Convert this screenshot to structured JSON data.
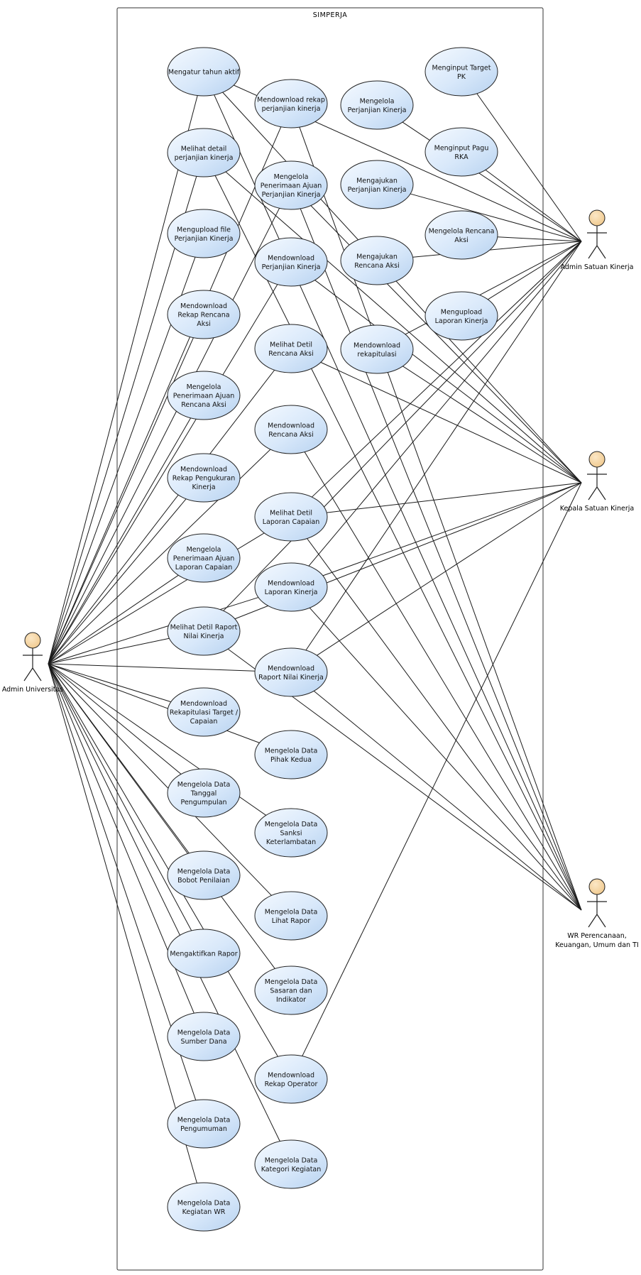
{
  "system": {
    "title": "SIMPERJA"
  },
  "actors": [
    {
      "id": "admin_univ",
      "label": [
        "Admin Universitas"
      ]
    },
    {
      "id": "admin_satker",
      "label": [
        "Admin Satuan Kinerja"
      ]
    },
    {
      "id": "kepala_satker",
      "label": [
        "Kepala Satuan Kinerja"
      ]
    },
    {
      "id": "wr",
      "label": [
        "WR Perencanaan,",
        "Keuangan, Umum dan TI"
      ]
    }
  ],
  "use_cases": [
    {
      "id": "uc_tahun_aktif",
      "label": [
        "Mengatur tahun aktif"
      ]
    },
    {
      "id": "uc_detail_pk",
      "label": [
        "Melihat detail",
        "perjanjian kinerja"
      ]
    },
    {
      "id": "uc_upload_pk",
      "label": [
        "Mengupload file",
        "Perjanjian Kinerja"
      ]
    },
    {
      "id": "uc_dl_rekap_ra",
      "label": [
        "Mendownload",
        "Rekap Rencana",
        "Aksi"
      ]
    },
    {
      "id": "uc_terima_ra",
      "label": [
        "Mengelola",
        "Penerimaan Ajuan",
        "Rencana Aksi"
      ]
    },
    {
      "id": "uc_dl_rekap_pengukuran",
      "label": [
        "Mendownload",
        "Rekap Pengukuran",
        "Kinerja"
      ]
    },
    {
      "id": "uc_terima_lc",
      "label": [
        "Mengelola",
        "Penerimaan Ajuan",
        "Laporan Capaian"
      ]
    },
    {
      "id": "uc_detil_raport",
      "label": [
        "Melihat Detil Raport",
        "Nilai Kinerja"
      ]
    },
    {
      "id": "uc_dl_rekapitulasi_tc",
      "label": [
        "Mendownload",
        "Rekapitulasi Target /",
        "Capaian"
      ]
    },
    {
      "id": "uc_tanggal",
      "label": [
        "Mengelola Data",
        "Tanggal",
        "Pengumpulan"
      ]
    },
    {
      "id": "uc_bobot",
      "label": [
        "Mengelola Data",
        "Bobot Penilaian"
      ]
    },
    {
      "id": "uc_aktif_rapor",
      "label": [
        "Mengaktifkan Rapor"
      ]
    },
    {
      "id": "uc_sumber_dana",
      "label": [
        "Mengelola Data",
        "Sumber Dana"
      ]
    },
    {
      "id": "uc_pengumuman",
      "label": [
        "Mengelola Data",
        "Pengumuman"
      ]
    },
    {
      "id": "uc_kegiatan_wr",
      "label": [
        "Mengelola Data",
        "Kegiatan WR"
      ]
    },
    {
      "id": "uc_dl_rekap_pk",
      "label": [
        "Mendownload rekap",
        "perjanjian kinerja"
      ]
    },
    {
      "id": "uc_terima_pk",
      "label": [
        "Mengelola",
        "Penerimaan Ajuan",
        "Perjanjian Kinerja"
      ]
    },
    {
      "id": "uc_dl_pk",
      "label": [
        "Mendownload",
        "Perjanjian Kinerja"
      ]
    },
    {
      "id": "uc_detil_ra",
      "label": [
        "Melihat Detil",
        "Rencana Aksi"
      ]
    },
    {
      "id": "uc_dl_ra",
      "label": [
        "Mendownload",
        "Rencana Aksi"
      ]
    },
    {
      "id": "uc_detil_lc",
      "label": [
        "Melihat Detil",
        "Laporan Capaian"
      ]
    },
    {
      "id": "uc_dl_lk",
      "label": [
        "Mendownload",
        "Laporan Kinerja"
      ]
    },
    {
      "id": "uc_dl_raport",
      "label": [
        "Mendownload",
        "Raport Nilai Kinerja"
      ]
    },
    {
      "id": "uc_pihak_kedua",
      "label": [
        "Mengelola Data",
        "Pihak Kedua"
      ]
    },
    {
      "id": "uc_sanksi",
      "label": [
        "Mengelola Data",
        "Sanksi",
        "Keterlambatan"
      ]
    },
    {
      "id": "uc_lihat_rapor",
      "label": [
        "Mengelola Data",
        "Lihat Rapor"
      ]
    },
    {
      "id": "uc_sasaran",
      "label": [
        "Mengelola Data",
        "Sasaran dan",
        "Indikator"
      ]
    },
    {
      "id": "uc_dl_rekap_operator",
      "label": [
        "Mendownload",
        "Rekap Operator"
      ]
    },
    {
      "id": "uc_kategori",
      "label": [
        "Mengelola Data",
        "Kategori Kegiatan"
      ]
    },
    {
      "id": "uc_kelola_pk",
      "label": [
        "Mengelola",
        "Perjanjian Kinerja"
      ]
    },
    {
      "id": "uc_ajukan_pk",
      "label": [
        "Mengajukan",
        "Perjanjian Kinerja"
      ]
    },
    {
      "id": "uc_ajukan_ra",
      "label": [
        "Mengajukan",
        "Rencana Aksi"
      ]
    },
    {
      "id": "uc_dl_rekapitulasi",
      "label": [
        "Mendownload",
        "rekapitulasi"
      ]
    },
    {
      "id": "uc_target_pk",
      "label": [
        "Menginput Target",
        "PK"
      ]
    },
    {
      "id": "uc_pagu_rka",
      "label": [
        "Menginput Pagu",
        "RKA"
      ]
    },
    {
      "id": "uc_kelola_ra",
      "label": [
        "Mengelola Rencana",
        "Aksi"
      ]
    },
    {
      "id": "uc_upload_lk",
      "label": [
        "Mengupload",
        "Laporan Kinerja"
      ]
    }
  ],
  "associations": [
    [
      "admin_univ",
      "uc_tahun_aktif"
    ],
    [
      "admin_univ",
      "uc_detail_pk"
    ],
    [
      "admin_univ",
      "uc_upload_pk"
    ],
    [
      "admin_univ",
      "uc_dl_rekap_ra"
    ],
    [
      "admin_univ",
      "uc_terima_ra"
    ],
    [
      "admin_univ",
      "uc_dl_rekap_pengukuran"
    ],
    [
      "admin_univ",
      "uc_terima_lc"
    ],
    [
      "admin_univ",
      "uc_detil_raport"
    ],
    [
      "admin_univ",
      "uc_dl_rekapitulasi_tc"
    ],
    [
      "admin_univ",
      "uc_tanggal"
    ],
    [
      "admin_univ",
      "uc_bobot"
    ],
    [
      "admin_univ",
      "uc_aktif_rapor"
    ],
    [
      "admin_univ",
      "uc_sumber_dana"
    ],
    [
      "admin_univ",
      "uc_pengumuman"
    ],
    [
      "admin_univ",
      "uc_kegiatan_wr"
    ],
    [
      "admin_univ",
      "uc_dl_rekap_pk"
    ],
    [
      "admin_univ",
      "uc_terima_pk"
    ],
    [
      "admin_univ",
      "uc_dl_pk"
    ],
    [
      "admin_univ",
      "uc_detil_ra"
    ],
    [
      "admin_univ",
      "uc_dl_ra"
    ],
    [
      "admin_univ",
      "uc_detil_lc"
    ],
    [
      "admin_univ",
      "uc_dl_lk"
    ],
    [
      "admin_univ",
      "uc_dl_raport"
    ],
    [
      "admin_univ",
      "uc_pihak_kedua"
    ],
    [
      "admin_univ",
      "uc_sanksi"
    ],
    [
      "admin_univ",
      "uc_lihat_rapor"
    ],
    [
      "admin_univ",
      "uc_sasaran"
    ],
    [
      "admin_univ",
      "uc_dl_rekap_operator"
    ],
    [
      "admin_univ",
      "uc_kategori"
    ],
    [
      "admin_satker",
      "uc_target_pk"
    ],
    [
      "admin_satker",
      "uc_pagu_rka"
    ],
    [
      "admin_satker",
      "uc_kelola_ra"
    ],
    [
      "admin_satker",
      "uc_ajukan_pk"
    ],
    [
      "admin_satker",
      "uc_ajukan_ra"
    ],
    [
      "admin_satker",
      "uc_upload_lk"
    ],
    [
      "admin_satker",
      "uc_kelola_pk"
    ],
    [
      "admin_satker",
      "uc_tahun_aktif"
    ],
    [
      "admin_satker",
      "uc_dl_rekapitulasi"
    ],
    [
      "admin_satker",
      "uc_dl_lk"
    ],
    [
      "admin_satker",
      "uc_detil_raport"
    ],
    [
      "admin_satker",
      "uc_dl_raport"
    ],
    [
      "admin_satker",
      "uc_detil_lc"
    ],
    [
      "kepala_satker",
      "uc_tahun_aktif"
    ],
    [
      "kepala_satker",
      "uc_detail_pk"
    ],
    [
      "kepala_satker",
      "uc_terima_pk"
    ],
    [
      "kepala_satker",
      "uc_dl_pk"
    ],
    [
      "kepala_satker",
      "uc_detil_ra"
    ],
    [
      "kepala_satker",
      "uc_dl_rekapitulasi"
    ],
    [
      "kepala_satker",
      "uc_detil_lc"
    ],
    [
      "kepala_satker",
      "uc_dl_lk"
    ],
    [
      "kepala_satker",
      "uc_dl_raport"
    ],
    [
      "kepala_satker",
      "uc_detil_raport"
    ],
    [
      "kepala_satker",
      "uc_dl_rekap_operator"
    ],
    [
      "wr",
      "uc_tahun_aktif"
    ],
    [
      "wr",
      "uc_dl_rekap_pk"
    ],
    [
      "wr",
      "uc_terima_pk"
    ],
    [
      "wr",
      "uc_dl_ra"
    ],
    [
      "wr",
      "uc_detil_lc"
    ],
    [
      "wr",
      "uc_dl_lk"
    ],
    [
      "wr",
      "uc_detil_raport"
    ],
    [
      "wr",
      "uc_dl_raport"
    ],
    [
      "wr",
      "uc_detail_pk"
    ]
  ]
}
